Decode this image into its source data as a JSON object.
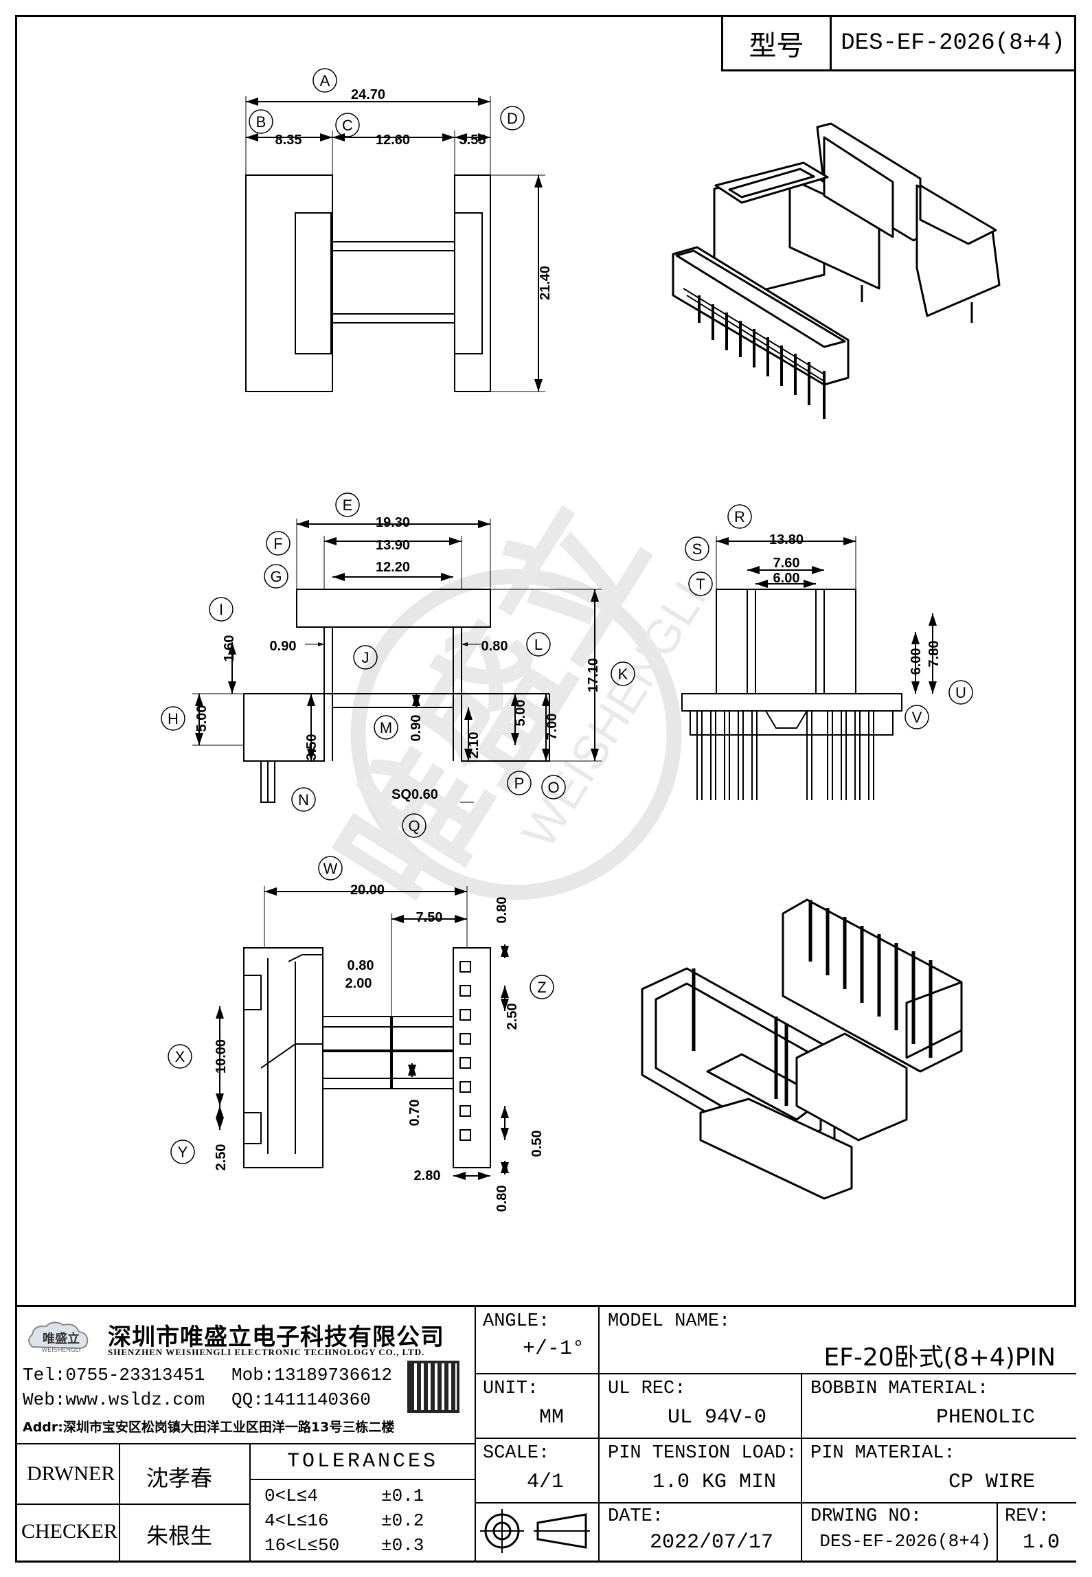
{
  "header": {
    "type_label": "型号",
    "type_value": "DES-EF-2026(8+4)"
  },
  "top_view": {
    "dims": {
      "overall_width": "24.70",
      "b": "8.35",
      "c": "12.60",
      "d": "3.55",
      "height": "21.40"
    },
    "markers": {
      "a": "A",
      "b": "B",
      "c": "C",
      "d": "D"
    }
  },
  "front_view": {
    "dims": {
      "e": "19.30",
      "f": "13.90",
      "g": "12.20",
      "i": "1.60",
      "j": "0.90",
      "l": "0.80",
      "k": "17.10",
      "h": "5.00",
      "m": "0.90",
      "n_height": "3.50",
      "p": "2.10",
      "o5": "5.00",
      "o7": "7.00",
      "q": "SQ0.60"
    },
    "markers": {
      "e": "E",
      "f": "F",
      "g": "G",
      "i": "I",
      "j": "J",
      "l": "L",
      "k": "K",
      "h": "H",
      "m": "M",
      "n": "N",
      "p": "P",
      "o": "O",
      "q": "Q"
    }
  },
  "side_view": {
    "dims": {
      "r": "13.80",
      "s": "7.60",
      "t": "6.00",
      "u1": "6.00",
      "u2": "7.80"
    },
    "markers": {
      "r": "R",
      "s": "S",
      "t": "T",
      "u": "U",
      "v": "V"
    }
  },
  "bottom_view": {
    "dims": {
      "w": "20.00",
      "w2": "7.50",
      "top_right": "0.80",
      "inner1": "0.80",
      "inner2": "2.00",
      "x": "10.00",
      "z": "2.50",
      "mid": "0.70",
      "y": "2.50",
      "bottom": "2.80",
      "right_small": "0.50",
      "bottom_right": "0.80"
    },
    "markers": {
      "w": "W",
      "x": "X",
      "y": "Y",
      "z": "Z"
    }
  },
  "watermark": "WEISHENGLI",
  "title_block": {
    "company_cn": "深圳市唯盛立电子科技有限公司",
    "company_en": "SHENZHEN WEISHENGLI ELECTRONIC TECHNOLOGY CO., LTD.",
    "logo_text": "唯盛立",
    "logo_sub": "WEISHENGLI",
    "tel": "Tel:0755-23313451",
    "mob": "Mob:13189736612",
    "web": "Web:www.wsldz.com",
    "qq": "QQ:1411140360",
    "addr": "Addr:深圳市宝安区松岗镇大田洋工业区田洋一路13号三栋二楼",
    "angle_label": "ANGLE:",
    "angle_value": "+/-1°",
    "model_label": "MODEL NAME:",
    "model_value": "EF-20卧式(8+4)PIN",
    "unit_label": "UNIT:",
    "unit_value": "MM",
    "ul_label": "UL REC:",
    "ul_value": "UL 94V-0",
    "bobbin_label": "BOBBIN MATERIAL:",
    "bobbin_value": "PHENOLIC",
    "scale_label": "SCALE:",
    "scale_value": "4/1",
    "pin_tension_label": "PIN TENSION LOAD:",
    "pin_tension_value": "1.0 KG MIN",
    "pin_material_label": "PIN MATERIAL:",
    "pin_material_value": "CP WIRE",
    "date_label": "DATE:",
    "date_value": "2022/07/17",
    "drwing_no_label": "DRWING NO:",
    "drwing_no_value": "DES-EF-2026(8+4)",
    "rev_label": "REV:",
    "rev_value": "1.0",
    "drawer_label": "DRWNER",
    "drawer_name": "沈孝春",
    "checker_label": "CHECKER",
    "checker_name": "朱根生",
    "tolerances_title": "TOLERANCES",
    "tolerances": [
      {
        "range": "0<L≤4",
        "value": "±0.1"
      },
      {
        "range": "4<L≤16",
        "value": "±0.2"
      },
      {
        "range": "16<L≤50",
        "value": "±0.3"
      }
    ]
  }
}
